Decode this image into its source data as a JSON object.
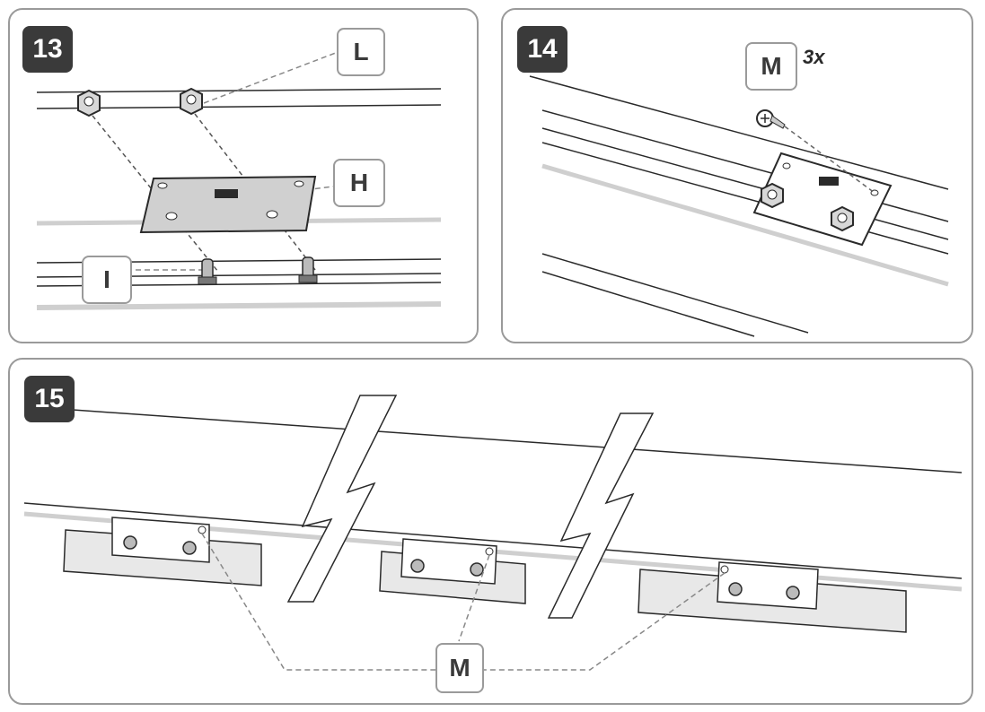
{
  "steps": [
    {
      "number": "13",
      "labels": [
        "L",
        "H",
        "I"
      ]
    },
    {
      "number": "14",
      "labels": [
        "M"
      ],
      "quantity": "3x"
    },
    {
      "number": "15",
      "labels": [
        "M"
      ]
    }
  ],
  "colors": {
    "frame": "#9a9a9a",
    "badge": "#3a3a3a",
    "line": "#2a2a2a",
    "shade": "#cfcfcf"
  }
}
